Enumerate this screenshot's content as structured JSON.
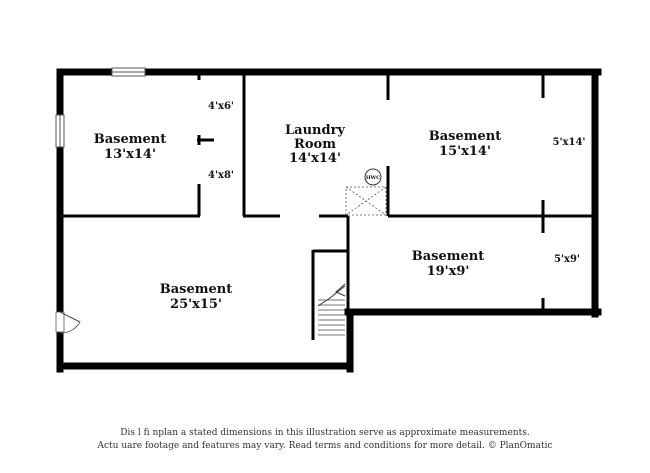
{
  "rooms": [
    {
      "id": "basement-nw",
      "name": "Basement",
      "dims": "13'x14'"
    },
    {
      "id": "laundry",
      "name_line1": "Laundry",
      "name_line2": "Room",
      "dims": "14'x14'"
    },
    {
      "id": "basement-ne",
      "name": "Basement",
      "dims": "15'x14'"
    },
    {
      "id": "basement-e",
      "name": "Basement",
      "dims": "19'x9'"
    },
    {
      "id": "basement-sw",
      "name": "Basement",
      "dims": "25'x15'"
    }
  ],
  "closets": {
    "c1": "4'x6'",
    "c2": "4'x8'",
    "c3": "5'x14'",
    "c4": "5'x9'"
  },
  "hwc_label": "HWC",
  "disclaimer": {
    "line1": "Dis         l  fi   nplan a   stated dimensions in this illustration serve as approximate measurements.",
    "line2": "Actu     uare footage and features may vary. Read terms and conditions for more detail. © PlanOmatic"
  }
}
